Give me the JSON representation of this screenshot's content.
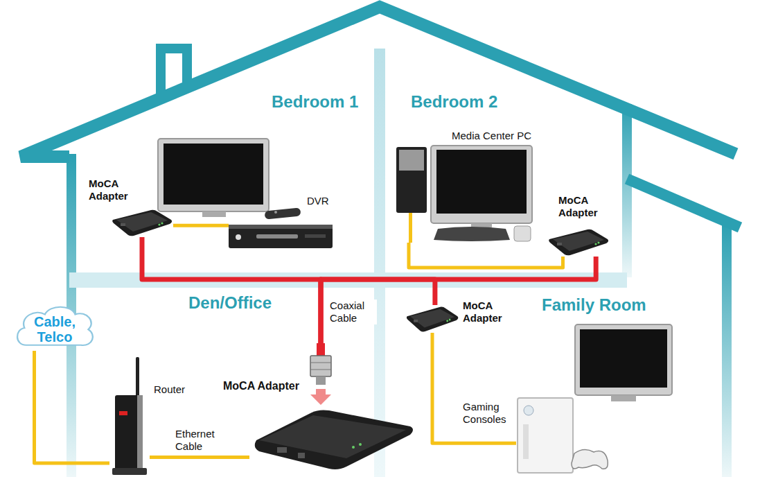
{
  "diagram": {
    "nodes": [
      {
        "text": [
          "Bedroom 1"
        ]
      },
      {
        "text": [
          "MoCA Adapter"
        ],
        "in": 0
      },
      {
        "text": [
          "DVR"
        ],
        "in": 0
      },
      {
        "text": [
          "Bedroom 2"
        ]
      },
      {
        "text": [
          "Media Center PC"
        ],
        "in": 3
      },
      {
        "text": [
          "MoCA Adapter"
        ],
        "in": 3
      },
      {
        "text": [
          "Den/Office"
        ]
      },
      {
        "text": [
          "Cable, Telco"
        ],
        "in": 6
      },
      {
        "text": [
          "Router"
        ],
        "in": 6
      },
      {
        "text": [
          "MoCA Adapter"
        ],
        "in": 6
      },
      {
        "text": [
          "Family Room"
        ]
      },
      {
        "text": [
          "MoCA Adapter"
        ],
        "in": 10
      },
      {
        "text": [
          "Gaming Consoles"
        ],
        "in": 10
      }
    ],
    "edges": [
      {
        "from": 9,
        "to": 1,
        "arrow": "none"
      },
      {
        "from": 9,
        "to": 5,
        "arrow": "none"
      },
      {
        "from": 9,
        "to": 11,
        "arrow": "none"
      },
      {
        "from": 1,
        "to": 2,
        "arrow": "none"
      },
      {
        "from": 4,
        "to": 5,
        "arrow": "none"
      },
      {
        "from": 7,
        "to": 8,
        "arrow": "none"
      },
      {
        "from": 8,
        "to": 9,
        "label": "Ethernet Cable",
        "arrow": "none"
      },
      {
        "from": 11,
        "to": 12,
        "arrow": "none"
      }
    ],
    "labels": [
      "Coaxial Cable"
    ]
  }
}
